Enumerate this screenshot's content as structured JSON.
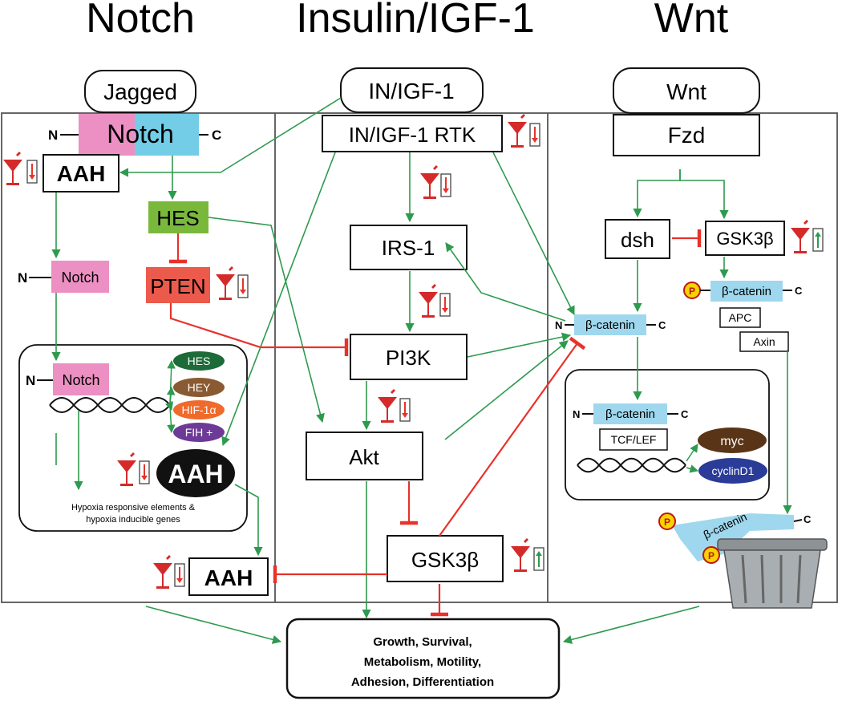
{
  "headers": {
    "notch": "Notch",
    "insulin": "Insulin/IGF-1",
    "wnt": "Wnt"
  },
  "ligands": {
    "jagged": "Jagged",
    "in_igf1": "IN/IGF-1",
    "wnt": "Wnt"
  },
  "notch_panel": {
    "n_term": "N",
    "c_term": "C",
    "notch": "Notch",
    "aah": "AAH",
    "hes": "HES",
    "pten": "PTEN",
    "nucleus_n": "N",
    "nucleus_notch": "Notch",
    "targets": [
      "HES",
      "HEY",
      "HIF-1α",
      "FIH +"
    ],
    "aah_big": "AAH",
    "caption_line1": "Hypoxia responsive elements &",
    "caption_line2": "hypoxia inducible genes",
    "aah_bottom": "AAH"
  },
  "insulin_panel": {
    "rtk": "IN/IGF-1 RTK",
    "irs1": "IRS-1",
    "pi3k": "PI3K",
    "akt": "Akt",
    "gsk": "GSK3β"
  },
  "wnt_panel": {
    "fzd": "Fzd",
    "dsh": "dsh",
    "gsk": "GSK3β",
    "p": "P",
    "bcat": "β-catenin",
    "n": "N",
    "c": "C",
    "apc": "APC",
    "axin": "Axin",
    "tcf": "TCF/LEF",
    "myc": "myc",
    "cyclin": "cyclinD1",
    "degraded": "β-catenin"
  },
  "outcome": {
    "line1": "Growth, Survival,",
    "line2": "Metabolism, Motility,",
    "line3": "Adhesion, Differentiation"
  },
  "colors": {
    "activation": "#2e9a4e",
    "inhibition": "#e8322a",
    "notch_pink": "#ec8fc3",
    "notch_blue": "#73cde6",
    "hes_green": "#7ab83c",
    "pten_red": "#ec5a4c",
    "bcat_blue": "#9fd8ee",
    "myc_brown": "#5a3417",
    "cyclin_blue": "#2a3c97",
    "hey_brown": "#8a5a32",
    "hif_orange": "#ef6a2b",
    "fih_purple": "#6d3a97",
    "hes_dark_green": "#1c6b38"
  },
  "icons": [
    "alcohol-glass-icon",
    "down-arrow-icon",
    "up-arrow-icon",
    "trash-can-icon",
    "phospho-icon"
  ]
}
